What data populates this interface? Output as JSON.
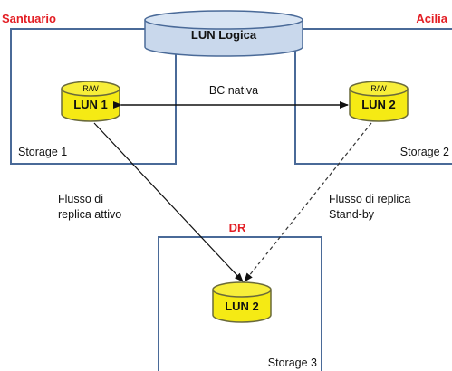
{
  "colors": {
    "site_label": "#e31e24",
    "box_stroke": "#4a6a98",
    "lun_fill": "#f5ea14",
    "lun_stroke": "#6a6a3a",
    "logical_fill": "#c9d8ec",
    "logical_stroke": "#4a6a98",
    "arrow": "#111111",
    "text": "#111111"
  },
  "sites": {
    "santuario": "Santuario",
    "acilia": "Acilia",
    "dr": "DR"
  },
  "logical_lun": {
    "label": "LUN Logica"
  },
  "storages": {
    "storage1": "Storage 1",
    "storage2": "Storage 2",
    "storage3": "Storage 3"
  },
  "luns": {
    "lun1": {
      "label": "LUN 1",
      "mode": "R/W"
    },
    "lun2_acilia": {
      "label": "LUN 2",
      "mode": "R/W"
    },
    "lun2_dr": {
      "label": "LUN 2"
    }
  },
  "links": {
    "bc_native": "BC nativa",
    "active_flow": [
      "Flusso di",
      "replica attivo"
    ],
    "standby_flow": [
      "Flusso di replica",
      "Stand-by"
    ]
  }
}
